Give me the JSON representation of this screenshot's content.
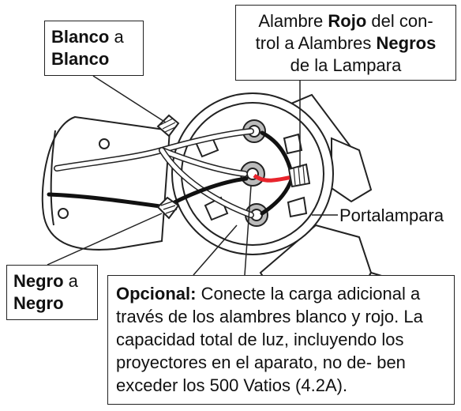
{
  "labels": {
    "blanco": {
      "bold1": "Blanco",
      "text1": " a",
      "bold2": "Blanco"
    },
    "rojo": {
      "text1": "Alambre ",
      "bold1": "Rojo",
      "text2": " del con-",
      "text3": "trol a Alambres ",
      "bold2": "Negros",
      "text4": "de la Lampara"
    },
    "negro": {
      "bold1": "Negro",
      "text1": " a",
      "bold2": "Negro"
    },
    "portalampara": "Portalampara",
    "opcional": {
      "bold": "Opcional:",
      "text": " Conecte la carga adicional a través de los alambres blanco y rojo. La capacidad total de luz, incluyendo los proyectores en el aparato, no de- ben exceder los 500 Vatios (4.2A)."
    }
  },
  "colors": {
    "outline": "#222222",
    "red_wire": "#e8242c",
    "black_wire": "#111111",
    "white_wire": "#ffffff"
  }
}
